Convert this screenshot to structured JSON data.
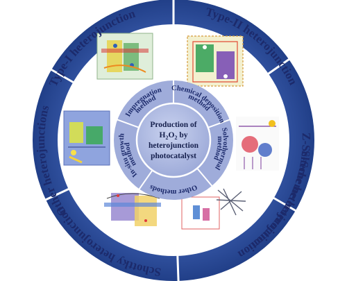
{
  "center": {
    "line1": "Production of",
    "line2": "H",
    "line2_sub": "2",
    "line2_mid": "O",
    "line2_sub2": "2",
    "line2_end": " by",
    "line3": "heterojunction",
    "line4": "photocatalyst"
  },
  "outer_ring": {
    "segments": [
      {
        "label": "Type-I heterojunction"
      },
      {
        "label": "Type-II heterojunction"
      },
      {
        "label": "Z-Scheme heterojunction"
      },
      {
        "label": "S-Scheme heterojunction"
      },
      {
        "label": "Schottky heterojunction"
      },
      {
        "label": "Other heterojunctions"
      }
    ]
  },
  "inner_ring": {
    "segments": [
      {
        "label": "Impregnation method",
        "line1": "Impregnation",
        "line2": "method"
      },
      {
        "label": "Chemical deposition method",
        "line1": "Chemical deposition",
        "line2": "method"
      },
      {
        "label": "Solvothermal method",
        "line1": "Solvothermal",
        "line2": "method"
      },
      {
        "label": "Other methods",
        "line1": "Other methods",
        "line2": ""
      },
      {
        "label": "In-situ growth method",
        "line1": "In-situ growth",
        "line2": "method"
      }
    ]
  },
  "colors": {
    "outer_ring": "#2e4e9a",
    "outer_ring_dark": "#1f3a80",
    "middle_ring": "#ffffff",
    "inner_ring": "#aab6df",
    "center": "#aab6df",
    "divider": "#ffffff",
    "text": "#ffffff"
  }
}
